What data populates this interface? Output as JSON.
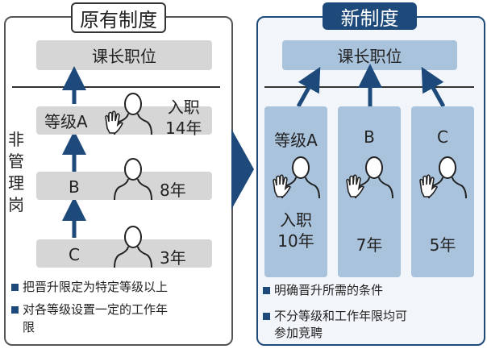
{
  "old_system": {
    "title": "原有制度",
    "top_position": "课长职位",
    "side_label": [
      "非",
      "管",
      "理",
      "岗"
    ],
    "grades": [
      {
        "label": "等级A",
        "years_line1": "入职",
        "years_line2": "14年"
      },
      {
        "label": "B",
        "years": "8年"
      },
      {
        "label": "C",
        "years": "3年"
      }
    ],
    "bullets": [
      "把晋升限定为特定等级以上",
      "对各等级设置一定的工作年",
      "限"
    ]
  },
  "new_system": {
    "title": "新制度",
    "top_position": "课长职位",
    "grades": [
      {
        "label": "等级A",
        "years_line1": "入职",
        "years_line2": "10年"
      },
      {
        "label": "B",
        "years": "7年"
      },
      {
        "label": "C",
        "years": "5年"
      }
    ],
    "bullets": [
      "明确晋升所需的条件",
      "不分等级和工作年限均可",
      "参加竞聘"
    ]
  },
  "colors": {
    "accent": "#1d4a7a",
    "gray_box": "#d6d6d6",
    "blue_box": "#a9c3dd"
  }
}
